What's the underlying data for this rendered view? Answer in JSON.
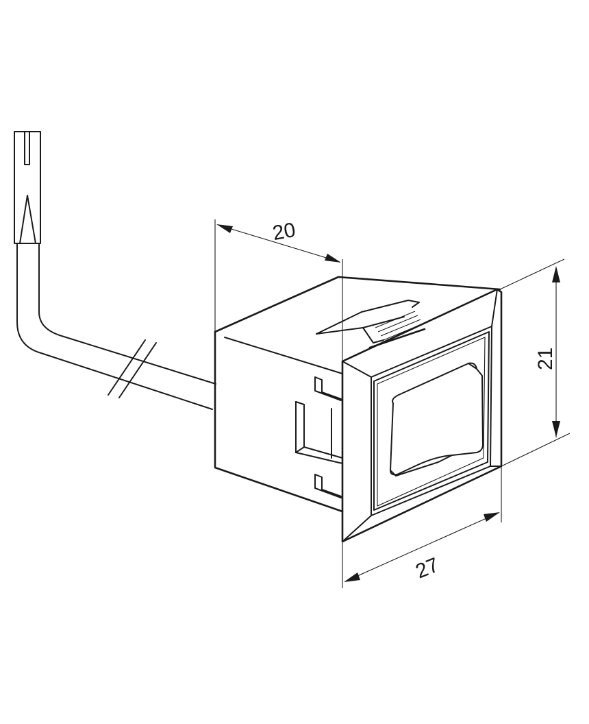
{
  "drawing": {
    "subject": "rocker switch with cable and flat connector, isometric technical drawing",
    "line_color": "#1a1a1a",
    "background": "#ffffff"
  },
  "dimensions": {
    "depth": {
      "value": "20",
      "label": "20"
    },
    "height": {
      "value": "21",
      "label": "21"
    },
    "width": {
      "value": "27",
      "label": "27"
    }
  },
  "components": [
    {
      "name": "flat-connector",
      "description": "spade terminal at end of cable"
    },
    {
      "name": "cable",
      "description": "cable with break symbol"
    },
    {
      "name": "switch-housing",
      "description": "rectangular housing body with clips"
    },
    {
      "name": "front-bezel",
      "description": "bevelled front frame"
    },
    {
      "name": "rocker",
      "description": "rocker actuator"
    }
  ]
}
